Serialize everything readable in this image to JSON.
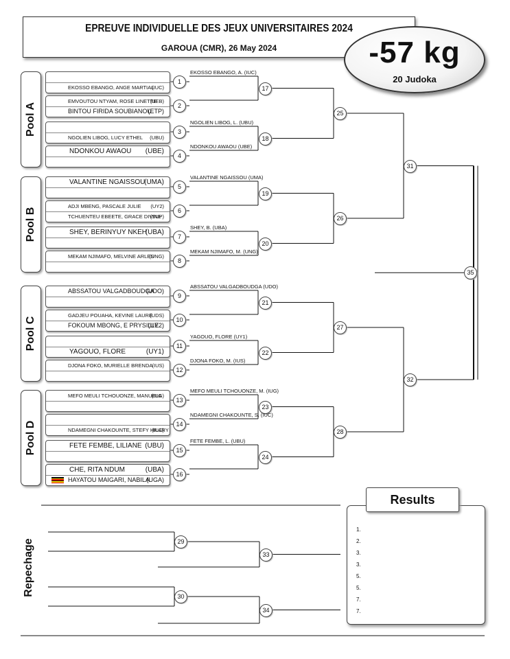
{
  "header": {
    "title": "EPREUVE INDIVIDUELLE DES JEUX UNIVERSITAIRES 2024",
    "subtitle": "GAROUA (CMR), 26 May 2024",
    "weight": "-57 kg",
    "count": "20 Judoka"
  },
  "pools": [
    "Pool A",
    "Pool B",
    "Pool C",
    "Pool D"
  ],
  "repechage_label": "Repechage",
  "seeds": [
    {
      "num": "1",
      "top": {
        "name": "",
        "club": ""
      },
      "bottom": {
        "name": "EKOSSO EBANGO, ANGE MARTIAL",
        "club": "(IUC)"
      }
    },
    {
      "num": "2",
      "top": {
        "name": "EMVOUTOU NTYAM, ROSE LINETTE",
        "club": "(UEB)"
      },
      "bottom": {
        "name": "BINTOU FIRIDA SOUBIANOU",
        "club": "(ETP)"
      }
    },
    {
      "num": "3",
      "top": {
        "name": "",
        "club": ""
      },
      "bottom": {
        "name": "NGOLIEN LIBOG, LUCY ETHEL",
        "club": "(UBU)"
      }
    },
    {
      "num": "4",
      "top": {
        "name": "NDONKOU AWAOU",
        "club": "(UBE)"
      },
      "bottom": {
        "name": "",
        "club": ""
      }
    },
    {
      "num": "5",
      "top": {
        "name": "VALANTINE NGAISSOU",
        "club": "(UMA)"
      },
      "bottom": {
        "name": "",
        "club": ""
      }
    },
    {
      "num": "6",
      "top": {
        "name": "ADJI MBENG, PASCALE JULIE",
        "club": "(UY2)"
      },
      "bottom": {
        "name": "TCHUENTEU EBEETE, GRACE DIVINE",
        "club": "(SUP)"
      }
    },
    {
      "num": "7",
      "top": {
        "name": "SHEY, BERINYUY NKEH",
        "club": "(UBA)"
      },
      "bottom": {
        "name": "",
        "club": ""
      }
    },
    {
      "num": "8",
      "top": {
        "name": "MEKAM NJIMAFO, MELVINE ARLES",
        "club": "(UNG)"
      },
      "bottom": {
        "name": "",
        "club": ""
      }
    },
    {
      "num": "9",
      "top": {
        "name": "ABSSATOU VALGADBOUDGA",
        "club": "(UDO)"
      },
      "bottom": {
        "name": "",
        "club": ""
      }
    },
    {
      "num": "10",
      "top": {
        "name": "GADJEU POUAHA, KEVINE LAURE",
        "club": "(UDS)"
      },
      "bottom": {
        "name": "FOKOUM MBONG, E PRYSILLE",
        "club": "(UY2)"
      }
    },
    {
      "num": "11",
      "top": {
        "name": "",
        "club": ""
      },
      "bottom": {
        "name": "YAGOUO, FLORE",
        "club": "(UY1)"
      }
    },
    {
      "num": "12",
      "top": {
        "name": "DJONA FOKO, MURIELLE BRENDA",
        "club": "(IUS)"
      },
      "bottom": {
        "name": "",
        "club": ""
      }
    },
    {
      "num": "13",
      "top": {
        "name": "MEFO MEULI TCHOUONZE, MANUELA",
        "club": "(IUG)"
      },
      "bottom": {
        "name": "",
        "club": ""
      }
    },
    {
      "num": "14",
      "top": {
        "name": "",
        "club": ""
      },
      "bottom": {
        "name": "NDAMEGNI CHAKOUNTE, STEFY HILARY",
        "club": "(IUC)"
      }
    },
    {
      "num": "15",
      "top": {
        "name": "FETE FEMBE, LILIANE",
        "club": "(UBU)"
      },
      "bottom": {
        "name": "",
        "club": ""
      }
    },
    {
      "num": "16",
      "top": {
        "name": "CHE, RITA NDUM",
        "club": "(UBA)"
      },
      "bottom": {
        "name": "HAYATOU MAIGARI, NABILA",
        "club": "(UGA)",
        "flag": "uganda-flag-icon"
      }
    }
  ],
  "winners_r1": [
    "EKOSSO EBANGO, A.  (IUC)",
    "",
    "NGOLIEN LIBOG, L.  (UBU)",
    "NDONKOU  AWAOU  (UBE)",
    "VALANTINE NGAISSOU  (UMA)",
    "",
    "SHEY, B.  (UBA)",
    "MEKAM NJIMAFO, M.  (UNG)",
    "ABSSATOU VALGADBOUDGA  (UDO)",
    "",
    "YAGOUO, FLORE  (UY1)",
    "DJONA FOKO, M.  (IUS)",
    "MEFO MEULI TCHOUONZE, M.  (IUG)",
    "NDAMEGNI CHAKOUNTE, S.  (IUC)",
    "FETE FEMBE, L.  (UBU)",
    ""
  ],
  "rounds": {
    "r2": [
      "17",
      "18",
      "19",
      "20",
      "21",
      "22",
      "23",
      "24"
    ],
    "r3": [
      "25",
      "26",
      "27",
      "28"
    ],
    "r4": [
      "31",
      "32"
    ],
    "final": "35",
    "repechage_a": [
      "29",
      "33"
    ],
    "repechage_b": [
      "30",
      "34"
    ]
  },
  "results": {
    "title": "Results",
    "places": [
      "1.",
      "2.",
      "3.",
      "3.",
      "5.",
      "5.",
      "7.",
      "7."
    ]
  },
  "colors": {
    "flag_uganda": [
      "#000000",
      "#fcdc04",
      "#d90000",
      "#000000",
      "#fcdc04",
      "#d90000"
    ]
  }
}
